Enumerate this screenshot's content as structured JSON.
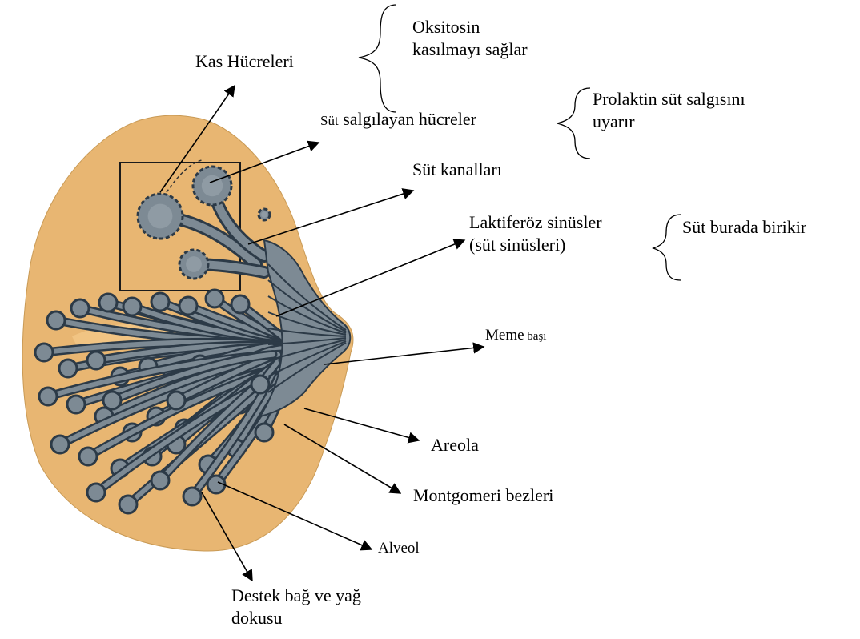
{
  "labels": {
    "kas_hucreleri": "Kas  Hücreleri",
    "oksitosin_line1": "Oksitosin",
    "oksitosin_line2": "kasılmayı sağlar",
    "sut_salgilayan_prefix": "Süt",
    "sut_salgilayan_rest": " salgılayan hücreler",
    "prolaktin_line1": "Prolaktin süt salgısını",
    "prolaktin_line2": "uyarır",
    "sut_kanallari": "Süt kanalları",
    "laktiferoz_line1": "Laktiferöz sinüsler",
    "laktiferoz_line2": "(süt sinüsleri)",
    "sut_burada": "Süt burada birikir",
    "meme_word": "Meme",
    "meme_basi_word": " başı",
    "areola": "Areola",
    "montgomeri": "Montgomeri bezleri",
    "alveol": "Alveol",
    "destek_line1": "Destek bağ ve yağ",
    "destek_line2": "dokusu"
  },
  "colors": {
    "breast_fill": "#e8b672",
    "duct_fill": "#7d8a94",
    "duct_stroke": "#2c3a47",
    "line": "#000000"
  }
}
